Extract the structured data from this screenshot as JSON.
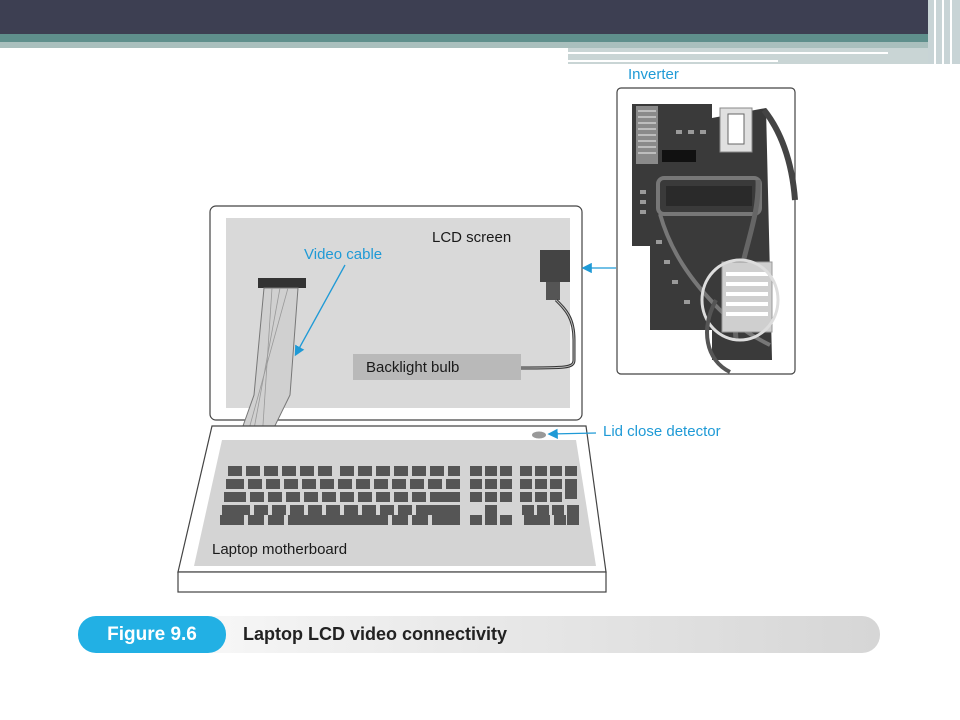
{
  "labels": {
    "inverter": "Inverter",
    "lcd_screen": "LCD screen",
    "video_cable": "Video cable",
    "backlight_bulb": "Backlight bulb",
    "lid_close_detector": "Lid close detector",
    "laptop_motherboard": "Laptop motherboard"
  },
  "caption": {
    "figure_number": "Figure 9.6",
    "title": "Laptop LCD video connectivity"
  },
  "colors": {
    "accent_blue": "#22b0e4",
    "header_dark": "#3d3f52",
    "header_teal": "#5f8f8c"
  }
}
